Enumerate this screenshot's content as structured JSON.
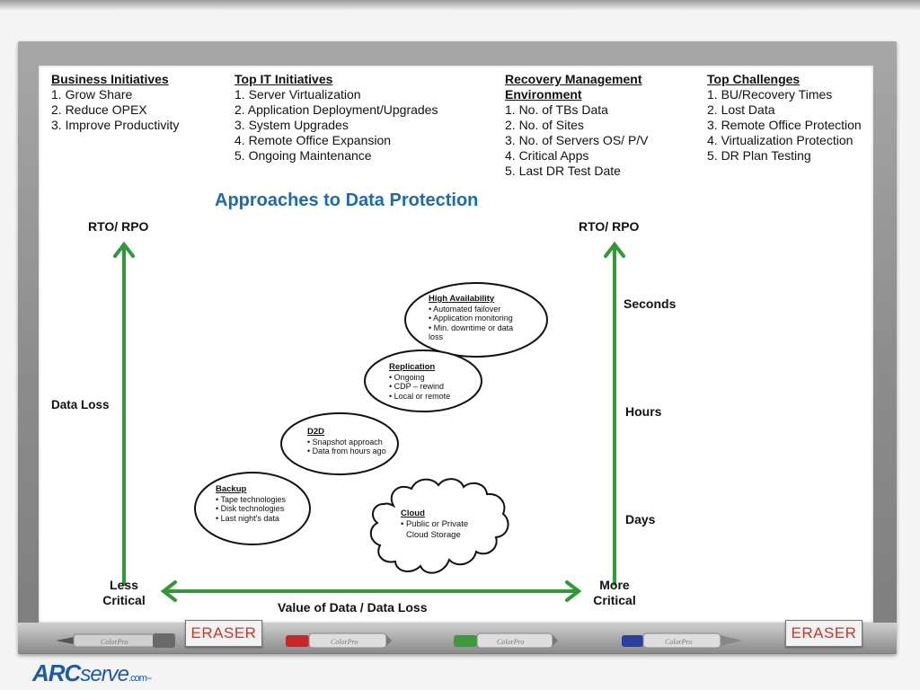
{
  "columns": [
    {
      "heading": "Business Initiatives",
      "items": [
        "1. Grow Share",
        "2. Reduce OPEX",
        "3. Improve Productivity"
      ]
    },
    {
      "heading": "Top IT Initiatives",
      "items": [
        "1. Server Virtualization",
        "2. Application Deployment/Upgrades",
        "3. System Upgrades",
        "4. Remote Office Expansion",
        "5. Ongoing Maintenance"
      ]
    },
    {
      "heading": "Recovery Management Environment",
      "items": [
        "1. No. of TBs Data",
        "2. No. of Sites",
        "3. No. of Servers OS/ P/V",
        "4. Critical Apps",
        "5. Last DR Test Date"
      ]
    },
    {
      "heading": "Top Challenges",
      "items": [
        "1. BU/Recovery Times",
        "2. Lost Data",
        "3. Remote Office Protection",
        "4. Virtualization Protection",
        "5. DR Plan Testing"
      ]
    }
  ],
  "diagram": {
    "title": "Approaches to Data Protection",
    "left_axis_label": "RTO/ RPO",
    "right_axis_label": "RTO/ RPO",
    "left_side_label": "Data Loss",
    "right_scale": [
      "Seconds",
      "Hours",
      "Days"
    ],
    "x_left_label": "Less Critical",
    "x_right_label": "More Critical",
    "x_axis_label": "Value of Data / Data Loss",
    "bubbles": [
      {
        "name": "High Availability",
        "points": [
          "• Automated failover",
          "• Application monitoring",
          "• Min. downtime or data loss"
        ]
      },
      {
        "name": "Replication",
        "points": [
          "• Ongoing",
          "• CDP – rewind",
          "• Local or remote"
        ]
      },
      {
        "name": "D2D",
        "points": [
          "• Snapshot approach",
          "• Data from hours ago"
        ]
      },
      {
        "name": "Backup",
        "points": [
          "• Tape technologies",
          "• Disk technologies",
          "• Last night's data"
        ]
      },
      {
        "name": "Cloud",
        "points": [
          "• Public or Private",
          "Cloud Storage"
        ]
      }
    ]
  },
  "tray": {
    "eraser_left": "ERASER",
    "eraser_right": "ERASER",
    "marker_brand": "ColorPro"
  },
  "logo": {
    "main": "ARC",
    "serve": "serve",
    "suffix": ".com",
    "tm": "™"
  },
  "colors": {
    "arrow": "#2e9b36",
    "title": "#1d6ab0",
    "eraser_text": "#c23a2a"
  }
}
